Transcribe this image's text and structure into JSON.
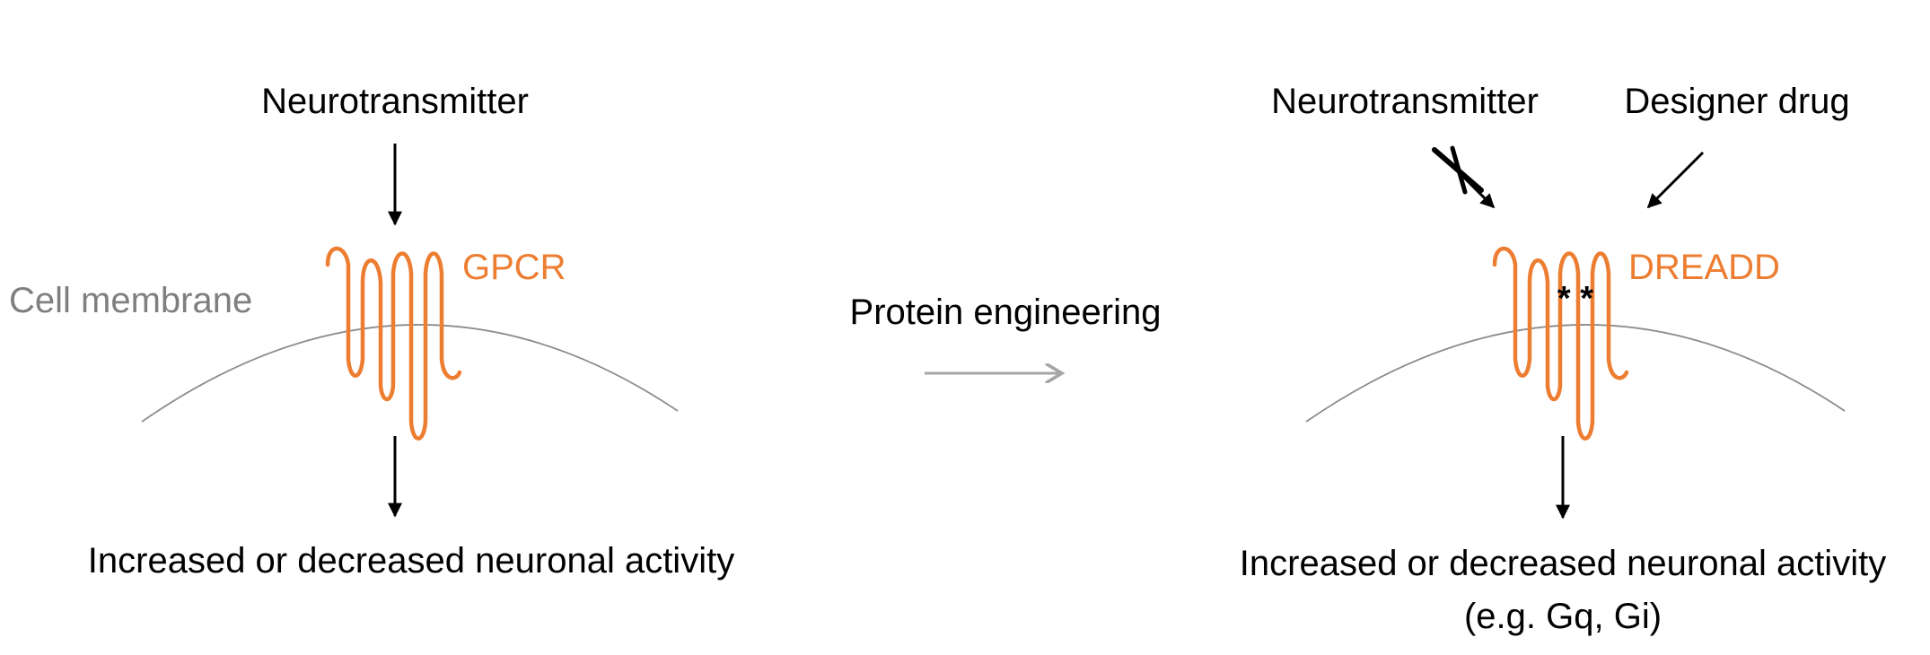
{
  "colors": {
    "background": "#ffffff",
    "text": "#000000",
    "receptor": "#ED7D31",
    "membrane": "#8C8C8C",
    "membrane_label": "#7F7F7F",
    "engineering_arrow": "#A6A6A6"
  },
  "left_panel": {
    "ligand_label": "Neurotransmitter",
    "receptor_label": "GPCR",
    "membrane_label": "Cell membrane",
    "output_label": "Increased or decreased neuronal activity"
  },
  "middle": {
    "process_label": "Protein engineering"
  },
  "right_panel": {
    "ligand_label": "Neurotransmitter",
    "drug_label": "Designer drug",
    "receptor_label": "DREADD",
    "mutation_marks": "* *",
    "output_label": "Increased or decreased neuronal activity",
    "output_sublabel": "(e.g. Gq, Gi)"
  }
}
